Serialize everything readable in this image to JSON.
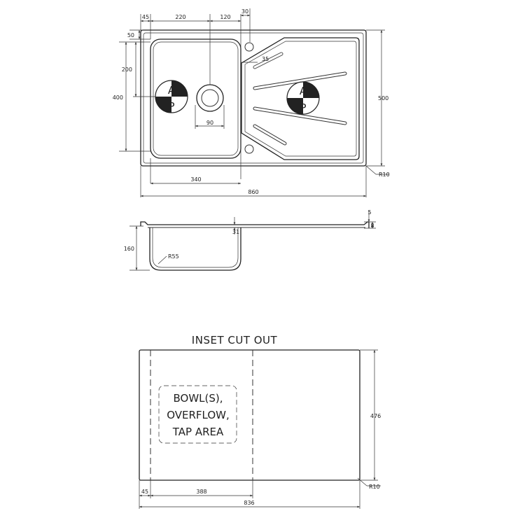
{
  "top_view": {
    "dims": {
      "d45": "45",
      "d220": "220",
      "d120": "120",
      "d30": "30",
      "d50": "50",
      "d200": "200",
      "d400": "400",
      "d500": "500",
      "d35": "35",
      "d90": "90",
      "d340": "340",
      "d860": "860",
      "r10": "R10"
    },
    "badge": {
      "letter_a": "A",
      "letter_p": "P"
    }
  },
  "side_view": {
    "dims": {
      "d160": "160",
      "r55": "R55",
      "d31": "31",
      "d5": "5",
      "d8": "8"
    }
  },
  "cutout": {
    "title": "INSET CUT OUT",
    "label_lines": [
      "BOWL(S),",
      "OVERFLOW,",
      "TAP AREA"
    ],
    "dims": {
      "d476": "476",
      "r10": "R10",
      "d45": "45",
      "d388": "388",
      "d836": "836"
    }
  }
}
